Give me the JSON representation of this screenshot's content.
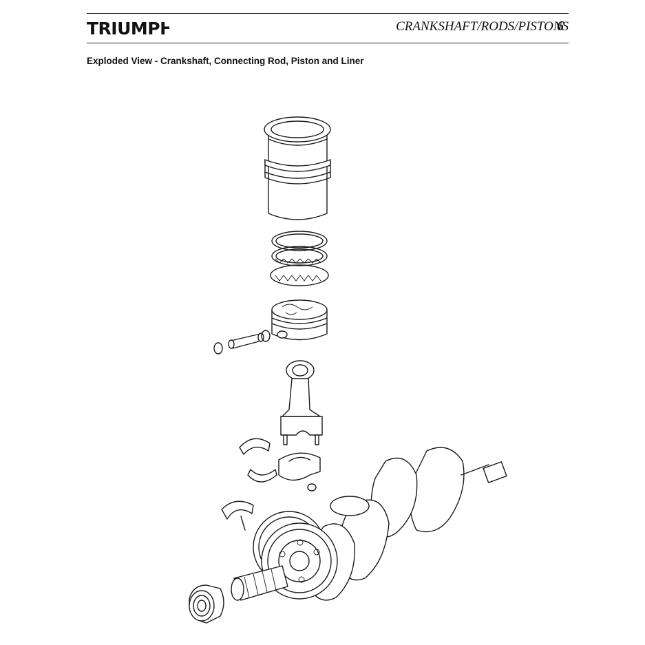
{
  "header": {
    "brand": "TRIUMPH",
    "title": "CRANKSHAFT/RODS/PISTONS",
    "chapter": "6"
  },
  "section": {
    "heading": "Exploded View - Crankshaft, Connecting Rod, Piston and Liner"
  }
}
